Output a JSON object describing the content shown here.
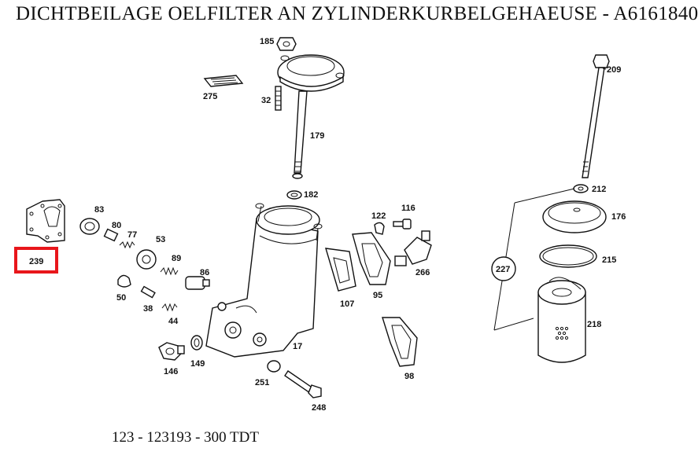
{
  "title": "DICHTBEILAGE OELFILTER AN ZYLINDERKURBELGEHAEUSE - A6161840",
  "footer": "123 - 123193 - 300 TDT",
  "highlight_color": "#e8161b",
  "selected_part": "239",
  "parts": {
    "p185": "185",
    "p275": "275",
    "p32": "32",
    "p179": "179",
    "p182": "182",
    "p209": "209",
    "p212": "212",
    "p176": "176",
    "p215": "215",
    "p227": "227",
    "p218": "218",
    "p83": "83",
    "p80": "80",
    "p77": "77",
    "p53": "53",
    "p89": "89",
    "p86": "86",
    "p239": "239",
    "p50": "50",
    "p38": "38",
    "p44": "44",
    "p122": "122",
    "p116": "116",
    "p266": "266",
    "p107": "107",
    "p95": "95",
    "p17": "17",
    "p146": "146",
    "p149": "149",
    "p251": "251",
    "p248": "248",
    "p98": "98"
  }
}
